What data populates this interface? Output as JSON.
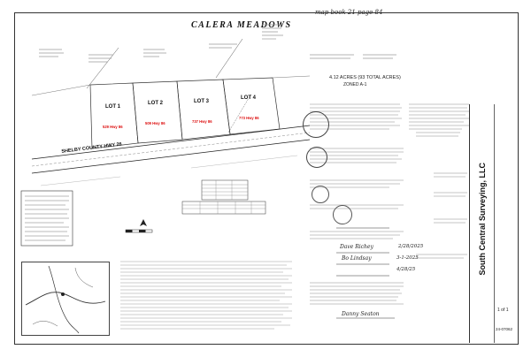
{
  "annotation": {
    "handwritten_ref": "map book 21 page 84"
  },
  "plat": {
    "title": "CALERA MEADOWS",
    "acreage": "4.12 ACRES (93 TOTAL ACRES)",
    "zoned": "ZONED A-1",
    "road_label": "SHELBY COUNTY HWY 26",
    "lots": [
      {
        "label": "LOT 1",
        "bearing": "529 Hwy 86"
      },
      {
        "label": "LOT 2",
        "bearing": "509 Hwy 86"
      },
      {
        "label": "LOT 3",
        "bearing": "737 Hwy 86"
      },
      {
        "label": "LOT 4",
        "bearing": "773 Hwy 86"
      }
    ]
  },
  "surveyor": {
    "company": "South Central Surveying, LLC"
  },
  "sheet": {
    "number": "1 of 1",
    "job": "24-07062"
  },
  "signatures": {
    "sig1": "Dave Richey",
    "sig2": "Bo Lindsay",
    "sig3": "Danny Seaton",
    "date1": "2/28/2025",
    "date2": "3-1-2025",
    "date3": "4/28/25"
  }
}
